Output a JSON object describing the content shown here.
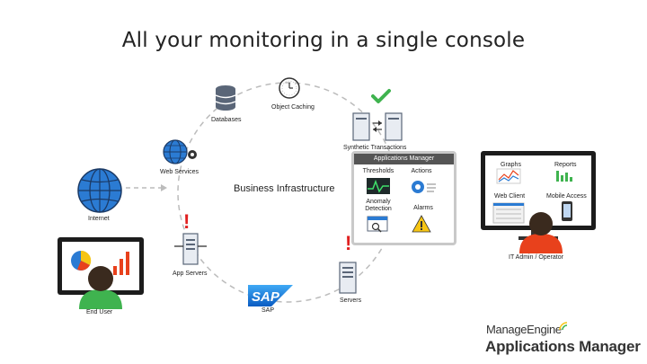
{
  "title": "All your monitoring in a single console",
  "center": "Business Infrastructure",
  "nodes": {
    "object_caching": "Object Caching",
    "databases": "Databases",
    "web_services": "Web Services",
    "synthetic": "Synthetic Transactions",
    "app_servers": "App Servers",
    "sap": "SAP",
    "servers": "Servers",
    "internet": "Internet",
    "end_user": "End User"
  },
  "console": {
    "header": "Applications Manager",
    "thresholds": "Thresholds",
    "actions": "Actions",
    "anomaly": "Anomaly Detection",
    "alarms": "Alarms"
  },
  "right_monitor": {
    "graphs": "Graphs",
    "reports": "Reports",
    "web_client": "Web Client",
    "mobile_access": "Mobile Access",
    "caption": "IT Admin / Operator"
  },
  "sap_logo": "SAP",
  "brand": {
    "line1": "ManageEngine",
    "line2": "Applications Manager"
  },
  "colors": {
    "globe": "#2b7bd3",
    "alert": "#e02020",
    "check": "#3fb34f",
    "person": "#e8411c",
    "hair": "#3a2a1e"
  }
}
